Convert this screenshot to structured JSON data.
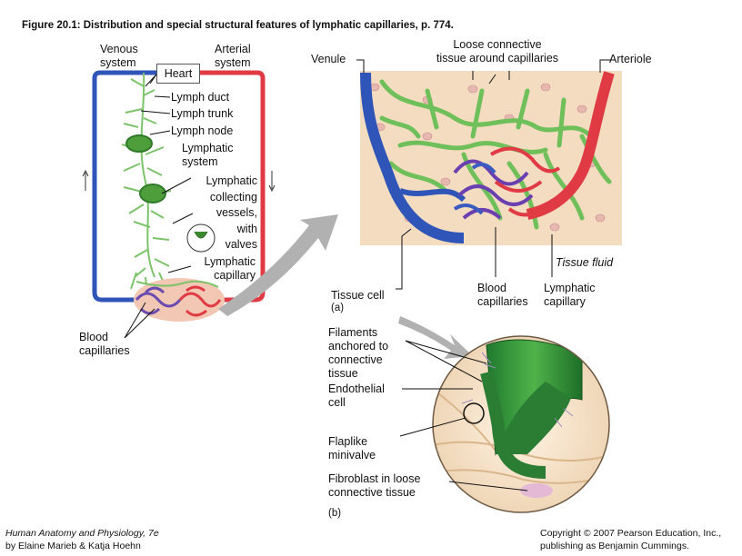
{
  "figure_title": "Figure 20.1: Distribution and special structural features of lymphatic capillaries, p. 774.",
  "panel_a": {
    "venous_system": "Venous\nsystem",
    "arterial_system": "Arterial\nsystem",
    "heart": "Heart",
    "lymph_duct": "Lymph duct",
    "lymph_trunk": "Lymph trunk",
    "lymph_node": "Lymph node",
    "lymphatic_system": "Lymphatic\nsystem",
    "collecting_vessels": "Lymphatic\ncollecting\nvessels,\nwith\nvalves",
    "lymphatic_capillary": "Lymphatic\ncapillary",
    "blood_capillaries": "Blood\ncapillaries",
    "venule": "Venule",
    "loose_ct": "Loose connective\ntissue around capillaries",
    "arteriole": "Arteriole",
    "tissue_fluid": "Tissue fluid",
    "tissue_cell": "Tissue cell",
    "panel_label": "(a)",
    "blood_capillaries_right": "Blood\ncapillaries",
    "lymphatic_capillary_right": "Lymphatic\ncapillary"
  },
  "panel_b": {
    "filaments": "Filaments\nanchored to\nconnective\ntissue",
    "endothelial_cell": "Endothelial\ncell",
    "minivalve": "Flaplike\nminivalve",
    "fibroblast": "Fibroblast in loose\nconnective tissue",
    "panel_label": "(b)"
  },
  "footer": {
    "book": "Human Anatomy and Physiology, 7e",
    "authors": "by Elaine Marieb & Katja Hoehn",
    "copyright": "Copyright © 2007 Pearson Education, Inc.,\npublishing as Benjamin Cummings."
  },
  "colors": {
    "vein_blue": "#2f55b8",
    "artery_red": "#e03a44",
    "lymph_green": "#5bb04a",
    "tissue_bg": "#f3dcc0",
    "arrow_gray": "#a9a9a9"
  }
}
